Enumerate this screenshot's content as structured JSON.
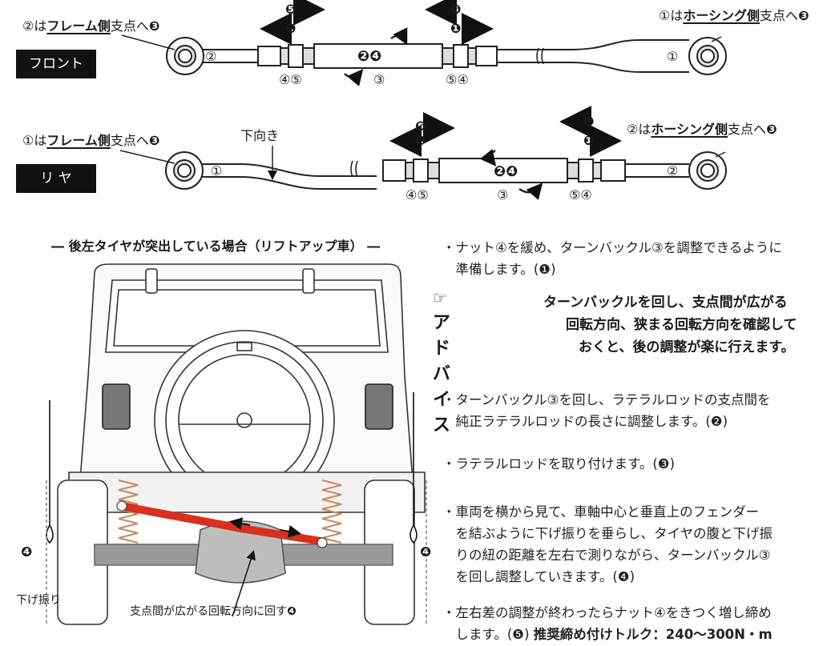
{
  "top_rod": {
    "tag": "フロント",
    "left_label": {
      "circle": "②",
      "pre": "は",
      "bold": "フレーム側",
      "post": "支点へ",
      "step": "❸"
    },
    "right_label": {
      "circle": "①",
      "pre": "は",
      "bold": "ホーシング側",
      "post": "支点へ",
      "step": "❸"
    },
    "end_left": "②",
    "end_right": "①",
    "nut_left": "④⑤",
    "center": "③",
    "nut_right": "⑤④",
    "rotate_step": "❷❹",
    "arrow_left_top": "❺",
    "arrow_left_bottom": "❶",
    "arrow_right_top": "❺",
    "arrow_right_bottom": "❶"
  },
  "bottom_rod": {
    "tag": "リ ヤ",
    "left_label": {
      "circle": "①",
      "pre": "は",
      "bold": "フレーム側",
      "post": "支点へ",
      "step": "❸"
    },
    "right_label": {
      "circle": "②",
      "pre": "は",
      "bold": "ホーシング側",
      "post": "支点へ",
      "step": "❸"
    },
    "down_label": "下向き",
    "end_left": "①",
    "end_right": "②",
    "nut_left": "④⑤",
    "center": "③",
    "nut_right": "⑤④",
    "rotate_step": "❷❹",
    "arrow_left_top": "❺",
    "arrow_left_bottom": "❶",
    "arrow_right_top": "❺",
    "arrow_right_bottom": "❶"
  },
  "illustration": {
    "title": "― 後左タイヤが突出している場合（リフトアップ車） ―",
    "plumb_label": "下げ振り",
    "step_left": "❹",
    "step_right": "❹",
    "rotate_caption": "支点間が広がる回転方向に回す",
    "rotate_caption_step": "❹"
  },
  "instructions": {
    "p1": [
      "・ナット④を緩め、ターンバックル③を調整できるように",
      "　準備します。(❶)"
    ],
    "advice_title": "アドバイス",
    "advice": [
      "ターンバックルを回し、支点間が広がる",
      "回転方向、狭まる回転方向を確認して",
      "おくと、後の調整が楽に行えます。"
    ],
    "p2": [
      "・ターンバックル③を回し、ラテラルロッドの支点間を",
      "　純正ラテラルロッドの長さに調整します。(❷)"
    ],
    "p3": [
      "・ラテラルロッドを取り付けます。(❸)"
    ],
    "p4": [
      "・車両を横から見て、車軸中心と垂直上のフェンダー",
      "　を結ぶように下げ振りを垂らし、タイヤの腹と下げ振",
      "　りの紐の距離を左右で測りながら、ターンバックル③",
      "　を回し調整していきます。(❹)"
    ],
    "p5": [
      "・左右差の調整が終わったらナット④をきつく増し締め",
      "　します。(❺)"
    ],
    "p5_bold": "推奨締め付けトルク：240～300N・m"
  }
}
